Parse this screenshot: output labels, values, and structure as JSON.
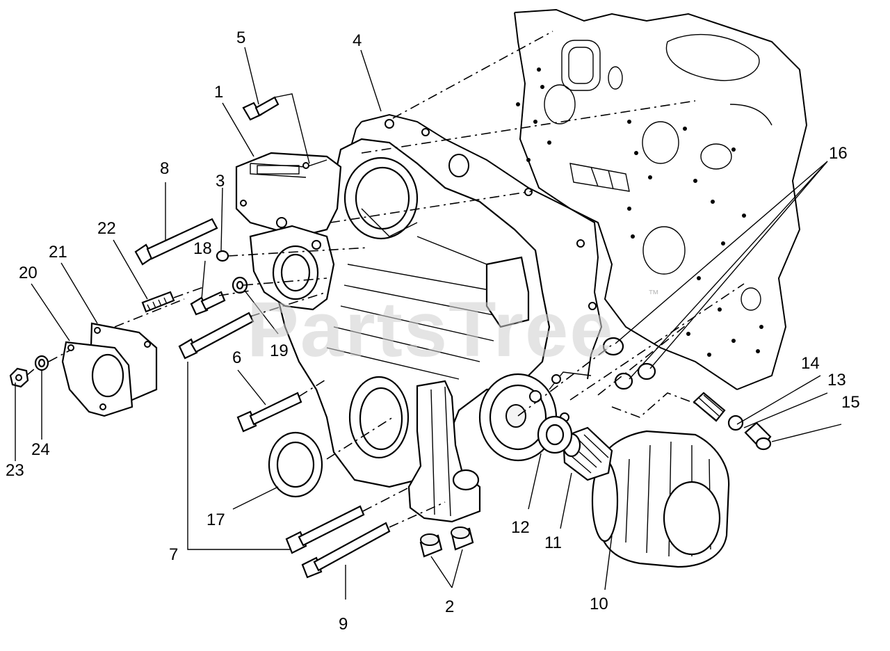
{
  "watermark": {
    "text": "PartsTree",
    "trademark": "™"
  },
  "callouts": [
    "1",
    "2",
    "3",
    "4",
    "5",
    "6",
    "7",
    "8",
    "9",
    "10",
    "11",
    "12",
    "13",
    "14",
    "15",
    "16",
    "17",
    "18",
    "19",
    "20",
    "21",
    "22",
    "23",
    "24"
  ]
}
